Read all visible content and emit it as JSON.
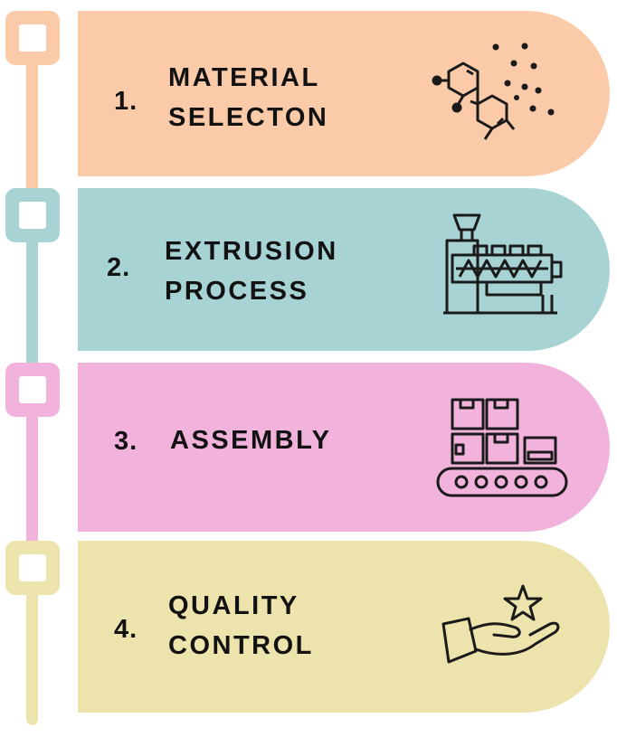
{
  "steps": [
    {
      "number": "1.",
      "title": "MATERIAL\nSELECTON",
      "color": "#fbcaa9",
      "icon": "molecule-icon"
    },
    {
      "number": "2.",
      "title": "EXTRUSION\nPROCESS",
      "color": "#a8d3d4",
      "icon": "extruder-machine-icon"
    },
    {
      "number": "3.",
      "title": "ASSEMBLY",
      "color": "#f1b2dc",
      "icon": "conveyor-boxes-icon"
    },
    {
      "number": "4.",
      "title": "QUALITY\nCONTROL",
      "color": "#ede4ad",
      "icon": "hand-star-icon"
    }
  ]
}
